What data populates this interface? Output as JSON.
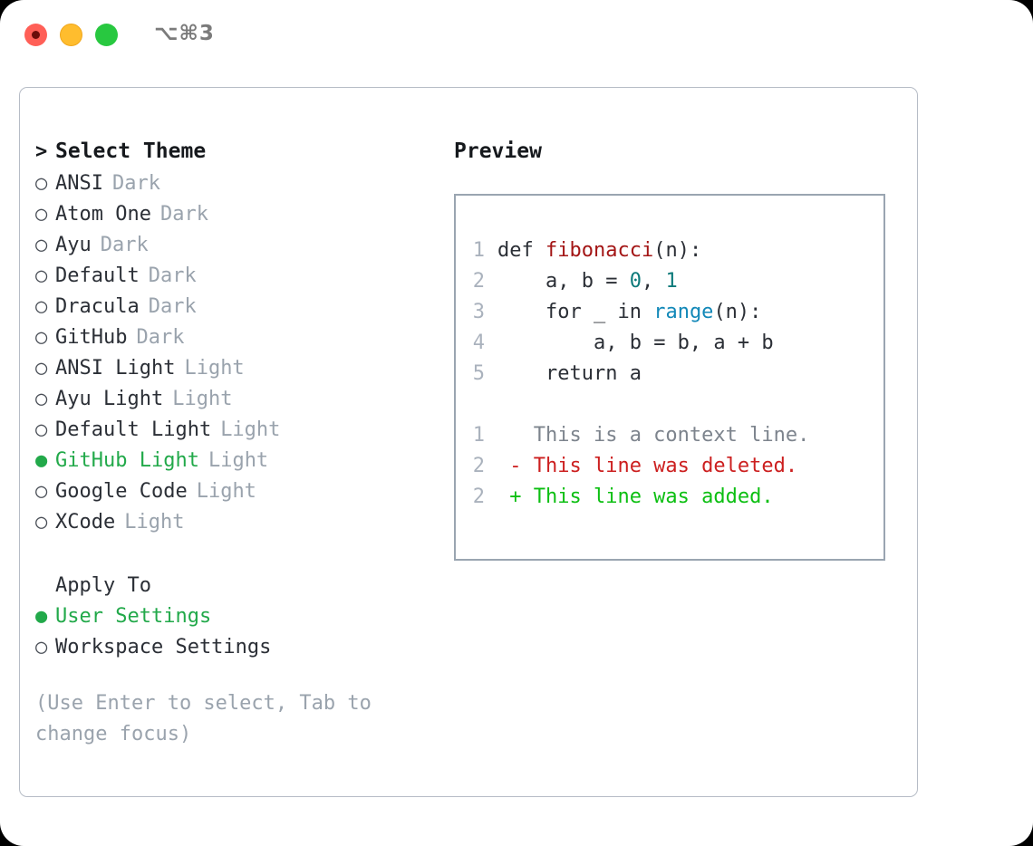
{
  "titlebar": {
    "shortcut": "⌥⌘3",
    "lights": [
      "close-red",
      "minimize-amber",
      "maximize-green"
    ]
  },
  "theme_section": {
    "header_marker": ">",
    "header": "Select Theme",
    "marker_unselected": "○",
    "marker_selected": "●",
    "items": [
      {
        "name": "ANSI",
        "variant": "Dark",
        "selected": false
      },
      {
        "name": "Atom One",
        "variant": "Dark",
        "selected": false
      },
      {
        "name": "Ayu",
        "variant": "Dark",
        "selected": false
      },
      {
        "name": "Default",
        "variant": "Dark",
        "selected": false
      },
      {
        "name": "Dracula",
        "variant": "Dark",
        "selected": false
      },
      {
        "name": "GitHub",
        "variant": "Dark",
        "selected": false
      },
      {
        "name": "ANSI Light",
        "variant": "Light",
        "selected": false
      },
      {
        "name": "Ayu Light",
        "variant": "Light",
        "selected": false
      },
      {
        "name": "Default Light",
        "variant": "Light",
        "selected": false
      },
      {
        "name": "GitHub Light",
        "variant": "Light",
        "selected": true
      },
      {
        "name": "Google Code",
        "variant": "Light",
        "selected": false
      },
      {
        "name": "XCode",
        "variant": "Light",
        "selected": false
      }
    ]
  },
  "apply_section": {
    "header": "Apply To",
    "items": [
      {
        "name": "User Settings",
        "selected": true
      },
      {
        "name": "Workspace Settings",
        "selected": false
      }
    ]
  },
  "hint": "(Use Enter to select, Tab to change focus)",
  "preview": {
    "header": "Preview",
    "code_lines": [
      {
        "ln": "1",
        "indent": "",
        "parts": [
          {
            "text": "def ",
            "tok": "plain"
          },
          {
            "text": "fibonacci",
            "tok": "func"
          },
          {
            "text": "(n):",
            "tok": "plain"
          }
        ]
      },
      {
        "ln": "2",
        "indent": "    ",
        "parts": [
          {
            "text": "a, b = ",
            "tok": "plain"
          },
          {
            "text": "0",
            "tok": "num"
          },
          {
            "text": ", ",
            "tok": "plain"
          },
          {
            "text": "1",
            "tok": "num"
          }
        ]
      },
      {
        "ln": "3",
        "indent": "    ",
        "parts": [
          {
            "text": "for _ in ",
            "tok": "plain"
          },
          {
            "text": "range",
            "tok": "call"
          },
          {
            "text": "(n):",
            "tok": "plain"
          }
        ]
      },
      {
        "ln": "4",
        "indent": "        ",
        "parts": [
          {
            "text": "a, b = b, a + b",
            "tok": "plain"
          }
        ]
      },
      {
        "ln": "5",
        "indent": "    ",
        "parts": [
          {
            "text": "return a",
            "tok": "plain"
          }
        ]
      }
    ],
    "diff_lines": [
      {
        "ln": "1",
        "sign": "  ",
        "text": "This is a context line.",
        "kind": "context"
      },
      {
        "ln": "2",
        "sign": "- ",
        "text": "This line was deleted.",
        "kind": "delete"
      },
      {
        "ln": "2",
        "sign": "+ ",
        "text": "This line was added.",
        "kind": "add"
      }
    ]
  },
  "colors": {
    "accent_green": "#22a94a",
    "diff_add": "#0cbf12",
    "diff_delete": "#cc1f1f",
    "token_function": "#a31515",
    "token_number": "#0d7a7a",
    "token_call": "#1288b8",
    "muted": "#9aa3ad",
    "line_number": "#aab2bd",
    "border": "#b6bcc6",
    "preview_border": "#9aa5b1",
    "light_red": "#ff5f57",
    "light_amber": "#ffbd2e",
    "light_green": "#28c840"
  }
}
